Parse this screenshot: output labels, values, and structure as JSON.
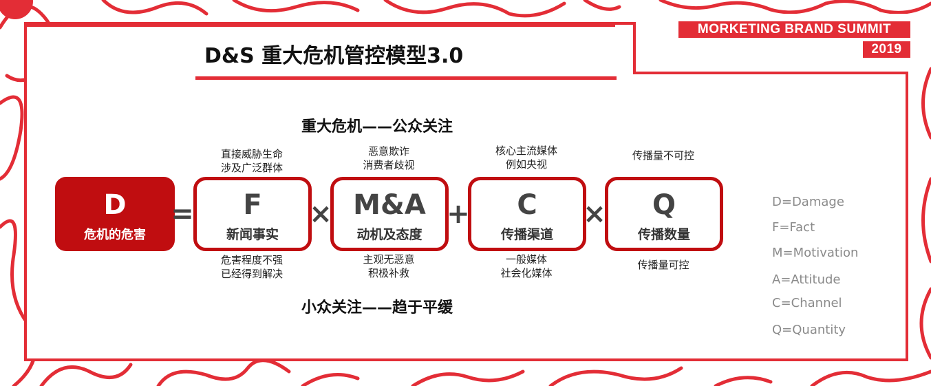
{
  "badge": {
    "title": "MORKETING BRAND SUMMIT",
    "year": "2019"
  },
  "title": "D&S 重大危机管控模型3.0",
  "top_heading": "重大危机——公众关注",
  "bottom_heading": "小众关注——趋于平缓",
  "formula": {
    "result": {
      "letter": "D",
      "label": "危机的危害"
    },
    "operators": [
      "=",
      "×",
      "+",
      "×"
    ],
    "terms": [
      {
        "letter": "F",
        "label": "新闻事实",
        "note_top": [
          "直接威胁生命",
          "涉及广泛群体"
        ],
        "note_bottom": [
          "危害程度不强",
          "已经得到解决"
        ]
      },
      {
        "letter": "M&A",
        "label": "动机及态度",
        "note_top": [
          "恶意欺诈",
          "消费者歧视"
        ],
        "note_bottom": [
          "主观无恶意",
          "积极补救"
        ]
      },
      {
        "letter": "C",
        "label": "传播渠道",
        "note_top": [
          "核心主流媒体",
          "例如央视"
        ],
        "note_bottom": [
          "一般媒体",
          "社会化媒体"
        ]
      },
      {
        "letter": "Q",
        "label": "传播数量",
        "note_top": [
          "传播量不可控"
        ],
        "note_bottom": [
          "传播量可控"
        ]
      }
    ]
  },
  "legend": [
    "D=Damage",
    "F=Fact",
    "M=Motivation",
    "A=Attitude",
    "C=Channel",
    "Q=Quantity"
  ],
  "colors": {
    "accent": "#e32d36",
    "box_red": "#c00d10",
    "text_dark": "#111111",
    "legend_gray": "#8a8a8a"
  }
}
